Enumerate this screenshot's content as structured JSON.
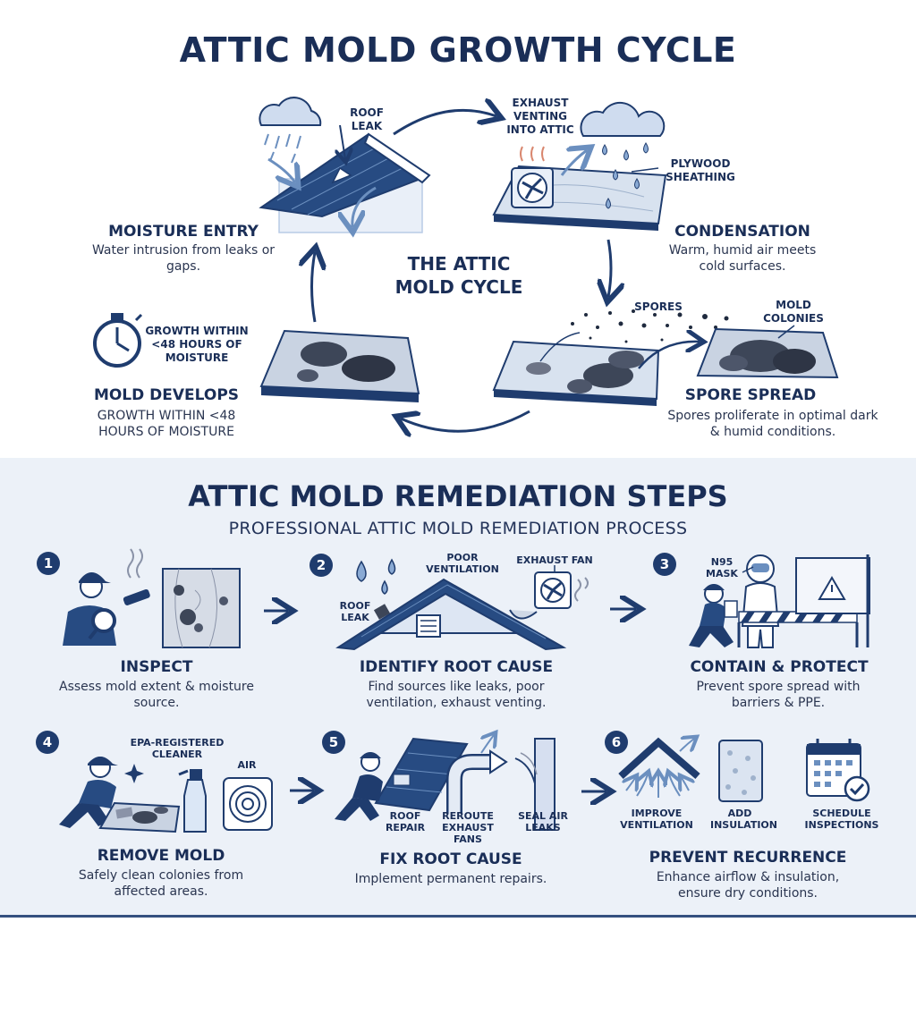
{
  "cycle": {
    "title": "ATTIC MOLD GROWTH CYCLE",
    "center_label": "THE ATTIC MOLD CYCLE",
    "stages": [
      {
        "title": "MOISTURE ENTRY",
        "desc": "Water intrusion from leaks or gaps."
      },
      {
        "title": "CONDENSATION",
        "desc": "Warm, humid air meets cold surfaces."
      },
      {
        "title": "SPORE SPREAD",
        "desc": "Spores proliferate in optimal dark & humid conditions."
      },
      {
        "title": "MOLD DEVELOPS",
        "desc": "GROWTH WITHIN <48 HOURS OF MOISTURE"
      }
    ],
    "labels": {
      "roof_leak": "ROOF LEAK",
      "exhaust_venting": "EXHAUST VENTING INTO ATTIC",
      "plywood": "PLYWOOD SHEATHING",
      "spores": "SPORES",
      "mold_colonies": "MOLD COLONIES",
      "growth_timer": "GROWTH WITHIN <48 HOURS OF MOISTURE"
    }
  },
  "remediation": {
    "title": "ATTIC MOLD REMEDIATION STEPS",
    "subtitle": "PROFESSIONAL ATTIC MOLD REMEDIATION PROCESS",
    "steps": [
      {
        "number": "1",
        "title": "INSPECT",
        "desc": "Assess mold extent & moisture source."
      },
      {
        "number": "2",
        "title": "IDENTIFY ROOT CAUSE",
        "desc": "Find sources like leaks, poor ventilation, exhaust venting."
      },
      {
        "number": "3",
        "title": "CONTAIN & PROTECT",
        "desc": "Prevent spore spread with barriers & PPE."
      },
      {
        "number": "4",
        "title": "REMOVE MOLD",
        "desc": "Safely clean colonies from affected areas."
      },
      {
        "number": "5",
        "title": "FIX ROOT CAUSE",
        "desc": "Implement permanent repairs."
      },
      {
        "number": "6",
        "title": "PREVENT RECURRENCE",
        "desc": "Enhance airflow & insulation, ensure dry conditions."
      }
    ],
    "labels": {
      "poor_ventilation": "POOR VENTILATION",
      "exhaust_fan": "EXHAUST FAN",
      "roof_leak": "ROOF LEAK",
      "n95_mask": "N95 MASK",
      "epa_cleaner": "EPA-REGISTERED CLEANER",
      "air": "AIR",
      "roof_repair": "ROOF REPAIR",
      "reroute_fans": "REROUTE EXHAUST FANS",
      "seal_air_leaks": "SEAL AIR LEAKS",
      "improve_ventilation": "IMPROVE VENTILATION",
      "add_insulation": "ADD INSULATION",
      "schedule_inspections": "SCHEDULE INSPECTIONS"
    }
  },
  "colors": {
    "navy": "#1f3c6e",
    "light_blue": "#b8cbe6",
    "panel": "#ecf1f8",
    "caution": "#f4c33a"
  }
}
